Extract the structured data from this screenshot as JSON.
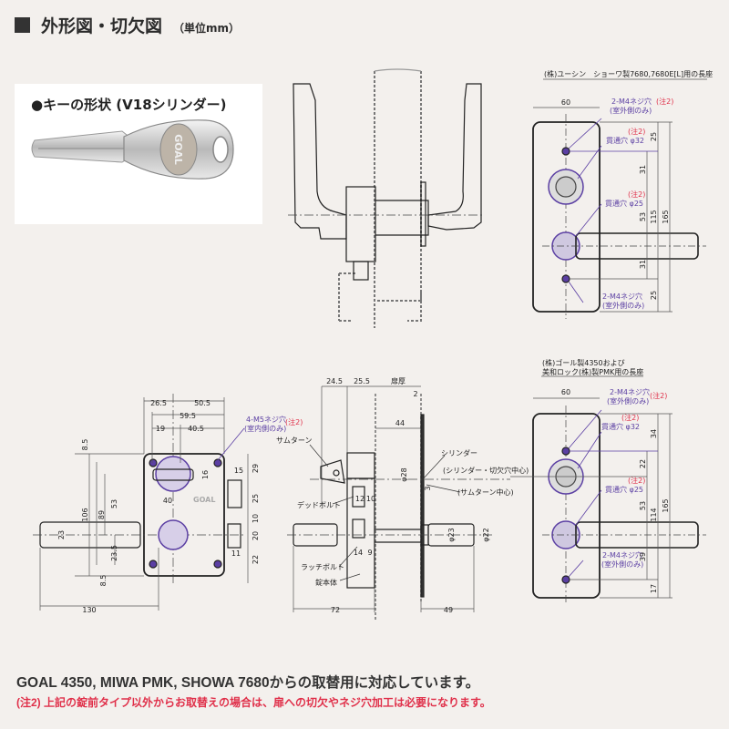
{
  "header": {
    "title": "外形図・切欠図",
    "unit": "（単位mm）"
  },
  "key": {
    "label": "●キーの形状 (V18シリンダー)",
    "brand": "GOAL"
  },
  "colors": {
    "background": "#f3f0ed",
    "drawing": "#222222",
    "dimension": "#555555",
    "purple": "#5b3fa3",
    "note_red": "#e0304a"
  },
  "escutcheon_top": {
    "title": "(株)ユーシン　ショーワ製7680,7680E[L]用の長座",
    "width": "60",
    "screw_label": "2-M4ネジ穴",
    "screw_sub": "(室外側のみ)",
    "note": "(注2)",
    "hole1": "貫通穴 φ32",
    "hole2": "貫通穴 φ25",
    "dims": [
      "25",
      "31",
      "53",
      "115",
      "165",
      "31",
      "25"
    ]
  },
  "escutcheon_bottom": {
    "title_line1": "(株)ゴール製4350および",
    "title_line2": "美和ロック(株)製PMK用の長座",
    "width": "60",
    "screw_label": "2-M4ネジ穴",
    "screw_sub": "(室外側のみ)",
    "note": "(注2)",
    "hole1": "貫通穴 φ32",
    "hole2": "貫通穴 φ25",
    "dims": [
      "34",
      "22",
      "53",
      "114",
      "165",
      "39",
      "17"
    ]
  },
  "front_view": {
    "dims_top": [
      "26.5",
      "50.5",
      "59.5",
      "19",
      "40.5"
    ],
    "screw_label": "4-M5ネジ穴",
    "screw_sub": "(室内側のみ)",
    "note": "(注2)",
    "dims_left": [
      "8.5",
      "106",
      "89",
      "53",
      "23",
      "23.5",
      "8.5"
    ],
    "dims_inner": [
      "16",
      "40"
    ],
    "dims_right": [
      "15",
      "29",
      "25",
      "10",
      "20",
      "22",
      "11"
    ],
    "brand": "GOAL",
    "width_total": "130"
  },
  "side_view": {
    "dims_top": [
      "24.5",
      "25.5",
      "扉厚",
      "2",
      "44"
    ],
    "labels": {
      "thumbturn": "サムターン",
      "cylinder": "シリンダー",
      "cylinder_center": "(シリンダー・切欠穴中心)",
      "thumbturn_center": "(サムターン中心)",
      "deadbolt": "デッドボルト",
      "latchbolt": "ラッチボルト",
      "lockbody": "錠本体"
    },
    "dims_inner": [
      "φ28",
      "3",
      "12",
      "10",
      "14",
      "9",
      "φ23",
      "φ22"
    ],
    "dims_bottom": [
      "72",
      "49"
    ]
  },
  "footer": {
    "compat": "GOAL 4350, MIWA PMK, SHOWA 7680からの取替用に対応しています。",
    "note": "(注2) 上記の錠前タイプ以外からお取替えの場合は、扉への切欠やネジ穴加工は必要になります。"
  }
}
